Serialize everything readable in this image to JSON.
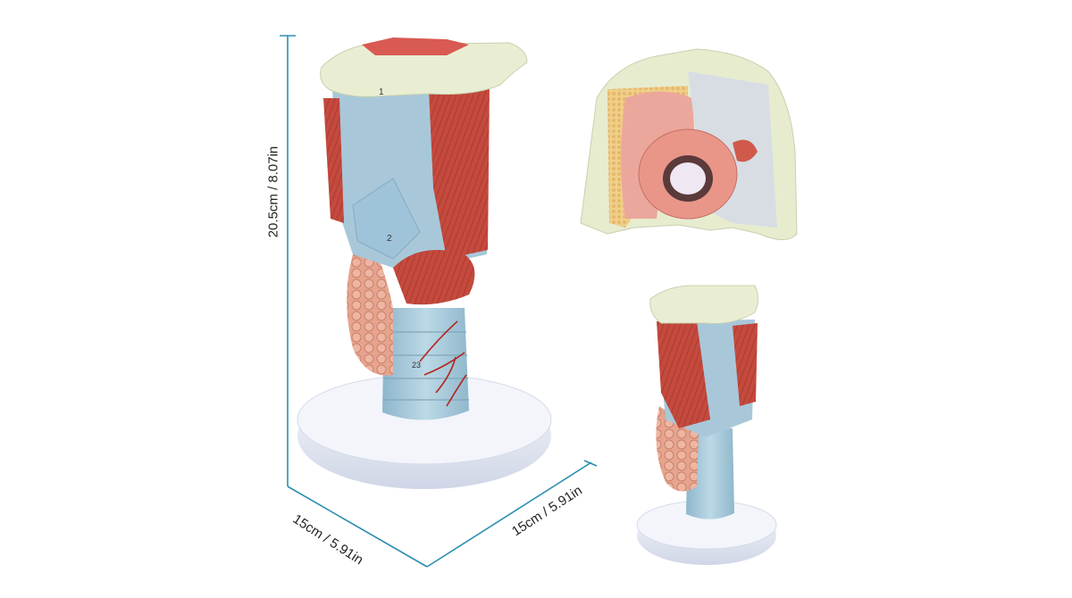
{
  "dimensions": {
    "height_label": "20.5cm / 8.07in",
    "width_left_label": "15cm / 5.91in",
    "width_right_label": "15cm / 5.91in"
  },
  "colors": {
    "dimension_line": "#2a8fb0",
    "cartilage": "#e6ead0",
    "muscle": "#c9463c",
    "membrane": "#a9c9dc",
    "gland": "#e09a86",
    "base": "#eef1f8"
  },
  "model_labels": {
    "thyroid_cartilage_number": "1",
    "ligament_number": "2",
    "trachea_number": "23"
  }
}
